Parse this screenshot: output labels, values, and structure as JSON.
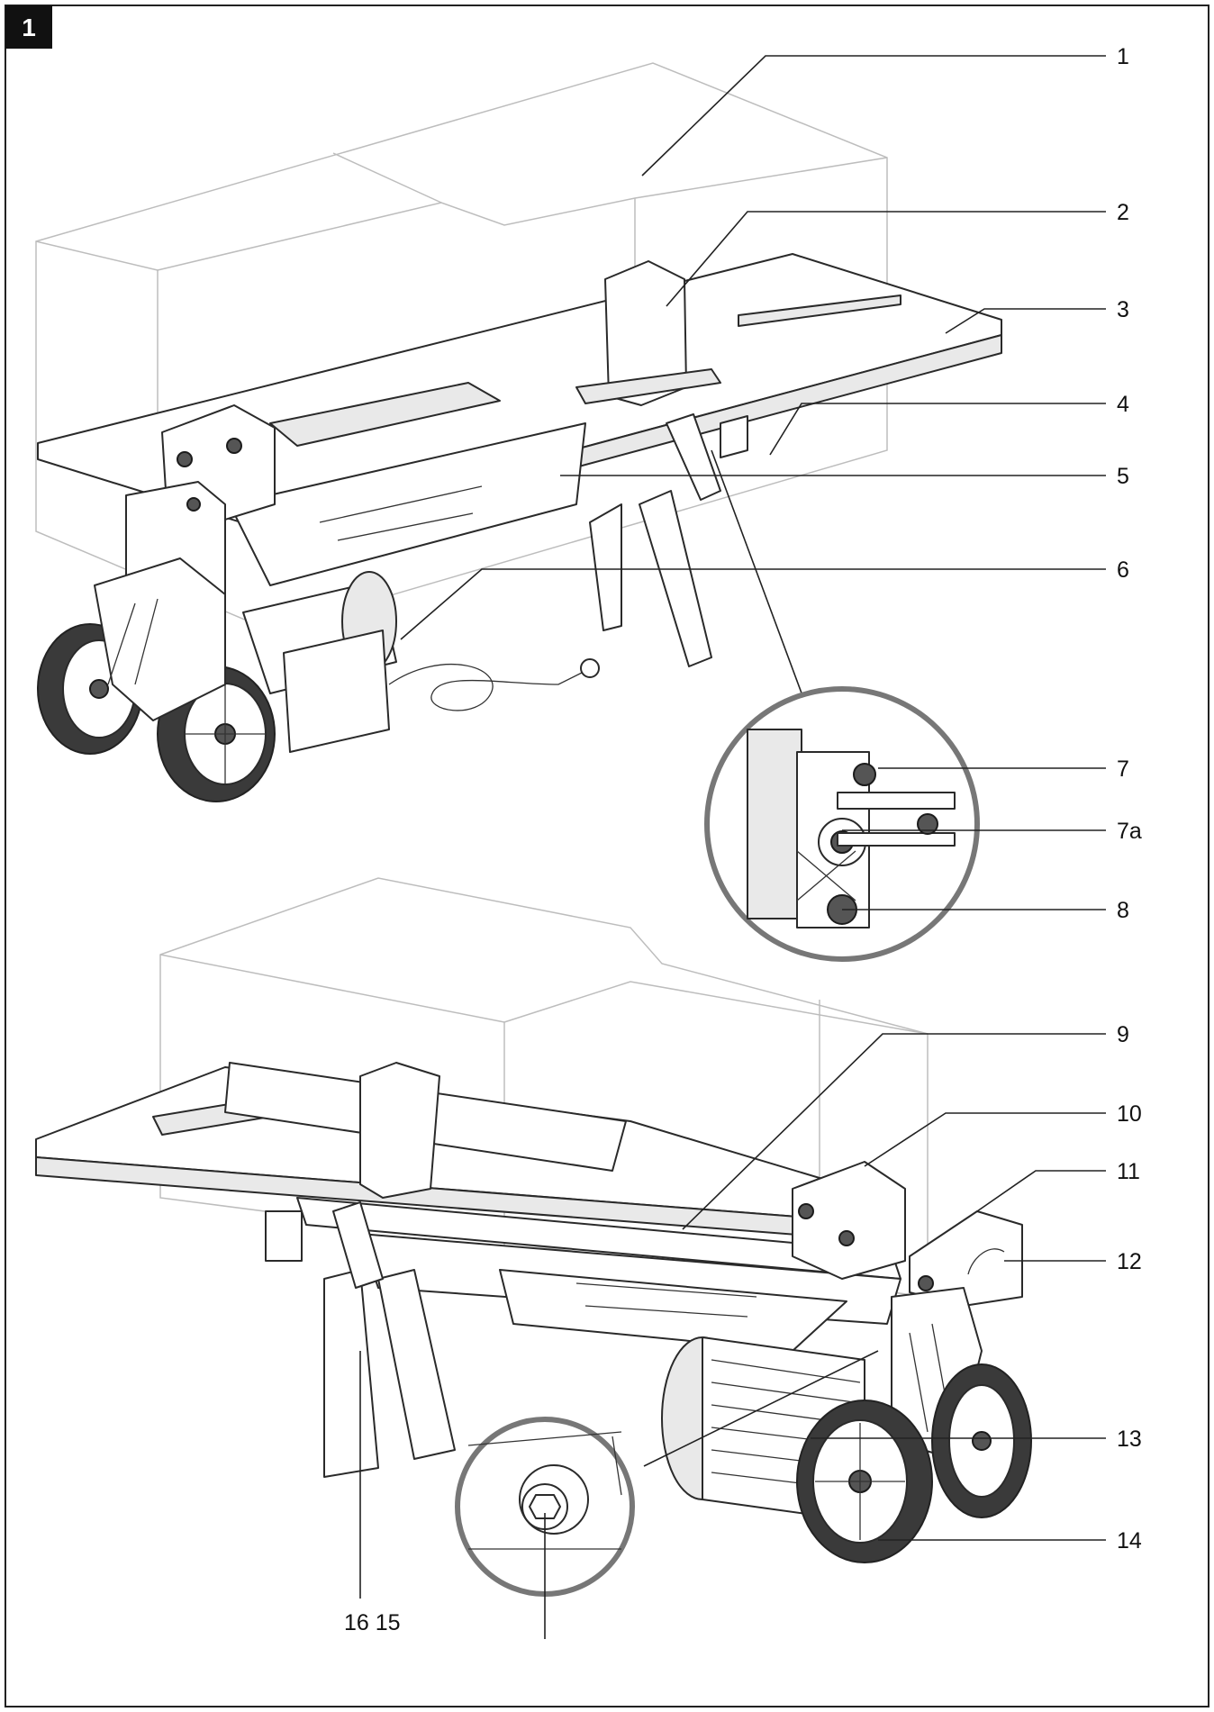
{
  "figure_number": "1",
  "callouts": [
    {
      "id": "c1",
      "text": "1"
    },
    {
      "id": "c2",
      "text": "2"
    },
    {
      "id": "c3",
      "text": "3"
    },
    {
      "id": "c4",
      "text": "4"
    },
    {
      "id": "c5",
      "text": "5"
    },
    {
      "id": "c6",
      "text": "6"
    },
    {
      "id": "c7",
      "text": "7"
    },
    {
      "id": "c7a",
      "text": "7a"
    },
    {
      "id": "c8",
      "text": "8"
    },
    {
      "id": "c9",
      "text": "9"
    },
    {
      "id": "c10",
      "text": "10"
    },
    {
      "id": "c11",
      "text": "11"
    },
    {
      "id": "c12",
      "text": "12"
    },
    {
      "id": "c13",
      "text": "13"
    },
    {
      "id": "c14",
      "text": "14"
    },
    {
      "id": "c16_15",
      "text": "16 15"
    }
  ],
  "colors": {
    "frame": "#222222",
    "badge": "#111111",
    "ghost_box": "#bdbdbd",
    "detail_ring": "#777777"
  }
}
